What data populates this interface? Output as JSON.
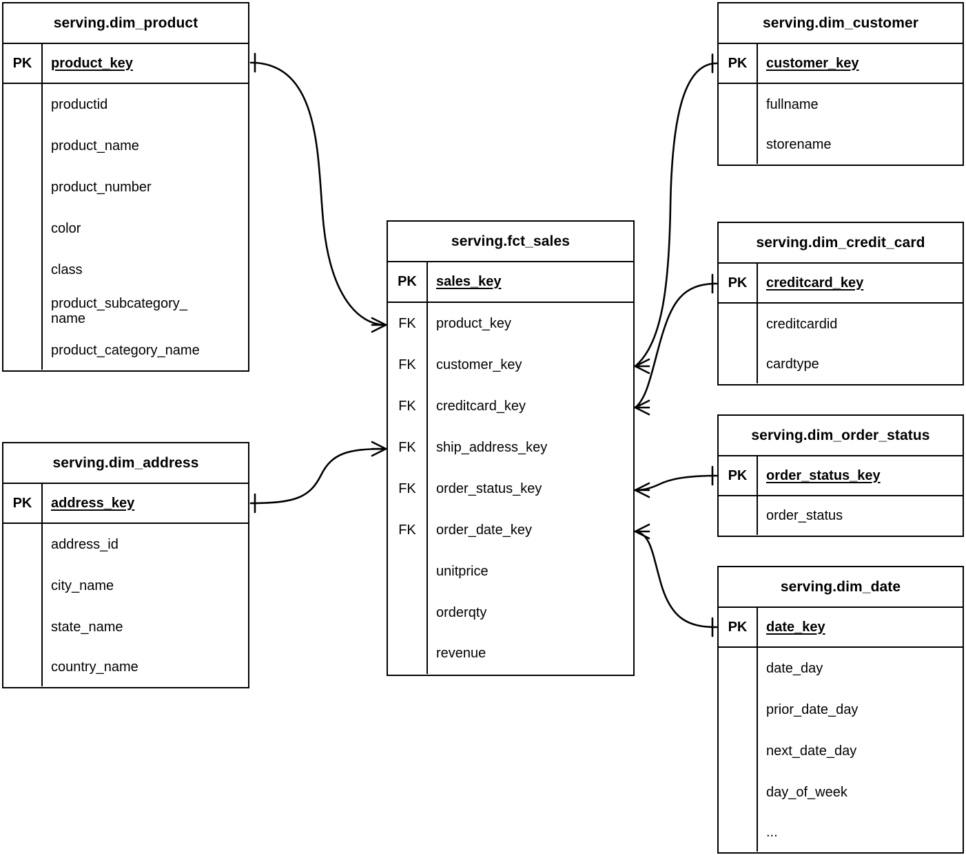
{
  "diagram": {
    "type": "entity-relationship-diagram",
    "notation": "crow's-foot",
    "line_color": "#000000",
    "background_color": "#ffffff",
    "pk_label": "PK",
    "fk_label": "FK"
  },
  "entities": [
    {
      "id": "dim_product",
      "title": "serving.dim_product",
      "primary_key": {
        "key": "PK",
        "name": "product_key"
      },
      "attributes": [
        {
          "key": "",
          "name": "productid"
        },
        {
          "key": "",
          "name": "product_name"
        },
        {
          "key": "",
          "name": "product_number"
        },
        {
          "key": "",
          "name": "color"
        },
        {
          "key": "",
          "name": "class"
        },
        {
          "key": "",
          "name": "product_subcategory_\nname"
        },
        {
          "key": "",
          "name": "product_category_name"
        }
      ]
    },
    {
      "id": "dim_address",
      "title": "serving.dim_address",
      "primary_key": {
        "key": "PK",
        "name": "address_key"
      },
      "attributes": [
        {
          "key": "",
          "name": "address_id"
        },
        {
          "key": "",
          "name": "city_name"
        },
        {
          "key": "",
          "name": "state_name"
        },
        {
          "key": "",
          "name": "country_name"
        }
      ]
    },
    {
      "id": "fct_sales",
      "title": "serving.fct_sales",
      "primary_key": {
        "key": "PK",
        "name": "sales_key"
      },
      "attributes": [
        {
          "key": "FK",
          "name": "product_key"
        },
        {
          "key": "FK",
          "name": "customer_key"
        },
        {
          "key": "FK",
          "name": "creditcard_key"
        },
        {
          "key": "FK",
          "name": "ship_address_key"
        },
        {
          "key": "FK",
          "name": "order_status_key"
        },
        {
          "key": "FK",
          "name": "order_date_key"
        },
        {
          "key": "",
          "name": "unitprice"
        },
        {
          "key": "",
          "name": "orderqty"
        },
        {
          "key": "",
          "name": "revenue"
        }
      ]
    },
    {
      "id": "dim_customer",
      "title": "serving.dim_customer",
      "primary_key": {
        "key": "PK",
        "name": "customer_key"
      },
      "attributes": [
        {
          "key": "",
          "name": "fullname"
        },
        {
          "key": "",
          "name": "storename"
        }
      ]
    },
    {
      "id": "dim_credit_card",
      "title": "serving.dim_credit_card",
      "primary_key": {
        "key": "PK",
        "name": "creditcard_key"
      },
      "attributes": [
        {
          "key": "",
          "name": "creditcardid"
        },
        {
          "key": "",
          "name": "cardtype"
        }
      ]
    },
    {
      "id": "dim_order_status",
      "title": "serving.dim_order_status",
      "primary_key": {
        "key": "PK",
        "name": "order_status_key"
      },
      "attributes": [
        {
          "key": "",
          "name": "order_status"
        }
      ]
    },
    {
      "id": "dim_date",
      "title": "serving.dim_date",
      "primary_key": {
        "key": "PK",
        "name": "date_key"
      },
      "attributes": [
        {
          "key": "",
          "name": "date_day"
        },
        {
          "key": "",
          "name": "prior_date_day"
        },
        {
          "key": "",
          "name": "next_date_day"
        },
        {
          "key": "",
          "name": "day_of_week"
        },
        {
          "key": "",
          "name": "..."
        }
      ]
    }
  ],
  "relationships": [
    {
      "from": "dim_product.product_key",
      "to": "fct_sales.product_key",
      "from_cardinality": "one",
      "to_cardinality": "many"
    },
    {
      "from": "dim_address.address_key",
      "to": "fct_sales.ship_address_key",
      "from_cardinality": "one",
      "to_cardinality": "many"
    },
    {
      "from": "dim_customer.customer_key",
      "to": "fct_sales.customer_key",
      "from_cardinality": "one",
      "to_cardinality": "many"
    },
    {
      "from": "dim_credit_card.creditcard_key",
      "to": "fct_sales.creditcard_key",
      "from_cardinality": "one",
      "to_cardinality": "many"
    },
    {
      "from": "dim_order_status.order_status_key",
      "to": "fct_sales.order_status_key",
      "from_cardinality": "one",
      "to_cardinality": "many"
    },
    {
      "from": "dim_date.date_key",
      "to": "fct_sales.order_date_key",
      "from_cardinality": "one",
      "to_cardinality": "many"
    }
  ]
}
